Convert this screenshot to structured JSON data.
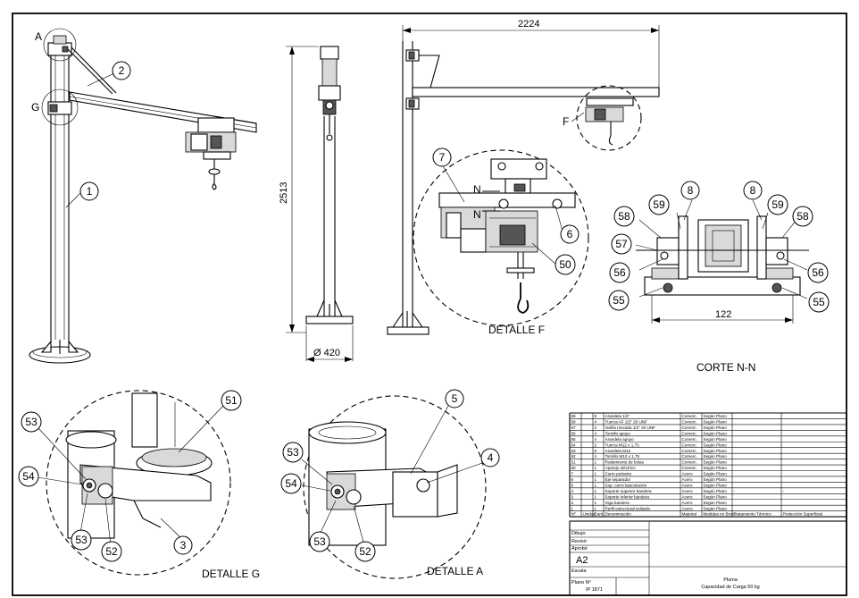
{
  "views": {
    "detail_f_label": "DETALLE F",
    "detail_g_label": "DETALLE G",
    "detail_a_label": "DETALLE A",
    "section_label": "CORTE N-N",
    "section_mark": "N",
    "callout_a": "A",
    "callout_g": "G",
    "callout_f": "F"
  },
  "dimensions": {
    "boom_length": "2224",
    "height": "2513",
    "base_diameter": "Ø 420",
    "trolley_width": "122"
  },
  "balloons": {
    "b1": "1",
    "b2": "2",
    "b3": "3",
    "b4": "4",
    "b5": "5",
    "b6": "6",
    "b7": "7",
    "b8": "8",
    "b50": "50",
    "b51": "51",
    "b52": "52",
    "b53": "53",
    "b54": "54",
    "b55": "55",
    "b56": "56",
    "b57": "57",
    "b58": "58",
    "b59": "59"
  },
  "bom": {
    "headers": [
      "Nº",
      "Unidad",
      "Cant.",
      "Denominación",
      "Material",
      "Medidas en Bruto",
      "Tratamiento Térmico",
      "Protección Superficial"
    ],
    "rows": [
      [
        "59",
        "",
        "8",
        "Arandela 1/2\"",
        "Comerc.",
        "Según Plano",
        "",
        ""
      ],
      [
        "58",
        "",
        "4",
        "Tuerca AF 1/2\" 20 UNF",
        "Comerc.",
        "Según Plano",
        "",
        ""
      ],
      [
        "57",
        "",
        "2",
        "Varilla roscada 1/2\" 20 UNF",
        "Comerc.",
        "Según Plano",
        "",
        ""
      ],
      [
        "56",
        "",
        "4",
        "Tornillo apoyo",
        "Comerc.",
        "Según Plano",
        "",
        ""
      ],
      [
        "55",
        "",
        "4",
        "Arandela apoyo",
        "Comerc.",
        "Según Plano",
        "",
        ""
      ],
      [
        "54",
        "",
        "2",
        "Tuerca M12 x 1,75",
        "Comerc.",
        "Según Plano",
        "",
        ""
      ],
      [
        "53",
        "",
        "8",
        "Arandela M12",
        "Comerc.",
        "Según Plano",
        "",
        ""
      ],
      [
        "52",
        "",
        "4",
        "Tornillo M12 x 1,75",
        "Comerc.",
        "Según Plano",
        "",
        ""
      ],
      [
        "51",
        "",
        "1",
        "Rodamiento de bolas",
        "Comerc.",
        "Según Plano",
        "",
        ""
      ],
      [
        "50",
        "",
        "1",
        "Aparejo eléctrico",
        "Comerc.",
        "Según Plano",
        "",
        ""
      ],
      [
        "7",
        "",
        "1",
        "Carro portante",
        "Acero",
        "Según Plano",
        "",
        ""
      ],
      [
        "6",
        "",
        "1",
        "Eje separador",
        "Acero",
        "Según Plano",
        "",
        ""
      ],
      [
        "5",
        "",
        "1",
        "Sop. carro basculación",
        "Acero",
        "Según Plano",
        "",
        ""
      ],
      [
        "4",
        "",
        "1",
        "Soporte superior bandera",
        "Acero",
        "Según Plano",
        "-",
        "-"
      ],
      [
        "3",
        "",
        "1",
        "Soporte inferior bandera",
        "Acero",
        "Según Plano",
        "",
        ""
      ],
      [
        "2",
        "",
        "1",
        "Viga bandera",
        "Acero",
        "Según Plano",
        "",
        ""
      ],
      [
        "1",
        "",
        "1",
        "Perfil estructural soldado",
        "Acero",
        "Según Plano",
        "",
        ""
      ]
    ]
  },
  "title_block": {
    "dibujo_label": "Dibujo",
    "revisado_label": "Revisó",
    "aprobado_label": "Aprobó",
    "sheet_size": "A2",
    "escala_label": "Escala",
    "plano_label": "Plano Nº",
    "plano_number": "IP 1871",
    "title": "Pluma",
    "subtitle": "Capacidad de Carga 50 kg"
  }
}
